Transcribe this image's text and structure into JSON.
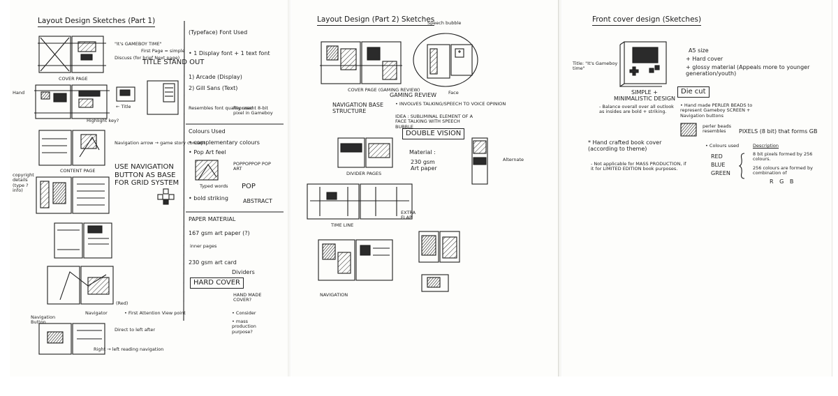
{
  "page1": {
    "title": "Layout Design Sketches (Part 1)",
    "notes": {
      "gameboy_tag": "\"It's GAMEBOY TIME\"",
      "discuss": "Discuss (for brief Next page)",
      "cover_page": "COVER PAGE",
      "first_page": "First Page = simple",
      "title_stand_out": "TITLE STAND OUT",
      "hand_label": "Hand",
      "title_label": "← Title",
      "what_title": "Highlight key?",
      "nav_arrow": "Navigation arrow → game story concept",
      "content_page": "CONTENT PAGE",
      "copyright": "copyright details (type ? info)",
      "use_nav": "USE NAVIGATION BUTTON AS BASE FOR GRID SYSTEM",
      "navigator": "Navigator",
      "red": "(Red)",
      "first_attention": "• First Attention View point",
      "direct": "Direct to left after",
      "nav_button": "Navigation Button",
      "right_left": "Right → left reading navigation"
    },
    "typeface": {
      "heading": "(Typeface) Font Used",
      "item1": "• 1 Display font + 1 text font",
      "item2": "1) Arcade (Display)",
      "item3": "2) Gill Sans (Text)",
      "note_a": "Resembles font quality used",
      "note_b": "Represent 8-bit pixel in Gameboy"
    },
    "colours": {
      "heading": "Colours Used",
      "item1": "• complementary colours",
      "item2": "• Pop Art feel",
      "pop_art": "POPPOPPOP POP ART",
      "pop": "POP",
      "typed_words": "Typed words",
      "bold": "• bold striking",
      "abstract": "ABSTRACT"
    },
    "paper": {
      "heading": "PAPER MATERIAL",
      "item1": "167 gsm art paper (?)",
      "item1b": "inner pages",
      "item2": "230 gsm art card",
      "item2b": "Dividers",
      "hard_cover": "HARD COVER",
      "hand_made": "HAND MADE COVER?",
      "consider": "• Consider",
      "mass": "• mass production purpose?"
    }
  },
  "page2": {
    "title": "Layout Design (Part 2) Sketches",
    "speech_bubble": "Speech bubble",
    "cover_page": "COVER PAGE (GAMING REVIEW)",
    "nav_structure": "NAVIGATION BASE STRUCTURE",
    "face": "Face",
    "gaming_review": "GAMING REVIEW",
    "item1": "• INVOLVES TALKING/SPEECH TO VOICE OPINION",
    "item2": "IDEA : SUBLIMINAL ELEMENT OF A FACE TALKING WITH SPEECH BUBBLE",
    "double_vision": "DOUBLE VISION",
    "divider": "DIVIDER PAGES",
    "material": "Material :",
    "gsm": "230 gsm Art paper",
    "alternate": "Alternate",
    "timeline": "TIME LINE",
    "extra_flap": "EXTRA FLAP",
    "navigation": "NAVIGATION"
  },
  "page3": {
    "title": "Front cover design (Sketches)",
    "cover_title": "Title: \"It's Gameboy time\"",
    "a5": "A5 size",
    "hard_cover": "+ Hard cover",
    "glossy": "+ glossy material (Appeals more to younger generation/youth)",
    "simple": "SIMPLE + MINIMALISTIC DESIGN",
    "die_cut": "Die cut",
    "balance": "- Balance overall over all outlook as insides are bold + striking.",
    "hand_made": "• Hand made PERLER BEADS to represent Gameboy SCREEN + Navigation buttons",
    "perler": "perler beads resembles",
    "pixels": "PIXELS (8 bit) that forms GB",
    "hand_crafted": "* Hand crafted book cover (according to theme)",
    "not_applicable": "- Not applicable for MASS PRODUCTION, if it for LIMITED EDITION book purposes.",
    "colours_used": "• Colours used",
    "description": "Description",
    "red": "RED",
    "blue": "BLUE",
    "green": "GREEN",
    "desc1": "8 bit pixels formed by 256 colours.",
    "desc2": "256 colours are formed by combination of",
    "rgb": "R G B"
  }
}
